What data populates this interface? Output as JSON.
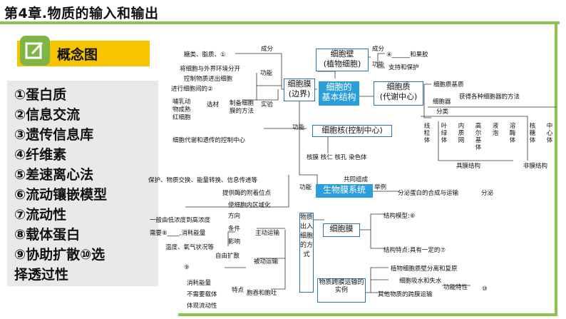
{
  "header": {
    "title": "第4章.物质的输入和输出"
  },
  "concept": {
    "label": "概念图"
  },
  "answers": [
    "①蛋白质",
    "②信息交流",
    "③遗传信息库",
    "④纤维素",
    "⑤差速离心法",
    "⑥流动镶嵌模型",
    "⑦流动性",
    "⑧载体蛋白",
    "⑨协助扩散⑩选",
    "择透过性"
  ],
  "map": {
    "cell_wall": "细胞壁\n(植物细胞)",
    "membrane": "细胞膜\n(边界)",
    "basic": "细胞的\n基本结构",
    "cytoplasm": "细胞质\n(代谢中心)",
    "nucleus": "细胞核(控制中心)",
    "biomembrane": "生物膜系统",
    "cell_membrane": "细胞膜",
    "transport": "物质出入细胞的方式",
    "examples": "物质跨膜运输的实例",
    "labels": {
      "composition1": "成分",
      "composition2": "成分",
      "function1": "功能",
      "function2": "功能",
      "function3": "功能",
      "function4": "功能",
      "experiment": "实验",
      "sugars": "糖类、脂质、①",
      "separate": "将细胞与外界环境分开",
      "control": "控制物质进出细胞",
      "communicate": "进行细胞间的②",
      "material": "选材",
      "prepare": "制备细胞膜的方法",
      "mammal": "哺乳动物成熟红细胞",
      "wall_comp": "④______和果胶",
      "wall_func": "支持和保护",
      "matrix": "细胞质基质",
      "organelle": "细胞器",
      "classify": "分类",
      "method": "获得各种细胞器的方法",
      "orgs": [
        "线粒体",
        "叶绿体",
        "内质网",
        "高尔基体",
        "液泡",
        "溶酶体",
        "核糖体",
        "中心体"
      ],
      "has_mem": "具膜结构",
      "no_mem": "非膜结构",
      "nuc_func": "细胞代谢和遗传的控制中心",
      "nuc_parts": "核膜  核仁  核孔  染色体",
      "joint": "共同组成",
      "example": "举例",
      "protect": "保护、物质交换、能量转换、信息传递等",
      "enzyme": "提供酶的附着位点",
      "region": "使细胞内区域化",
      "secrete": "分泌蛋白的合成与运输",
      "secrete_arrow": "分泌",
      "model": "结构模型:⑥",
      "feature": "结构特点:具有一定的⑦",
      "low_high": "一般由低浓度到高浓度",
      "need": "需要⑧____,消耗能量",
      "temp": "温度、氧气状况等",
      "direction": "方向",
      "condition": "条件",
      "influence": "影响",
      "active": "主动运输",
      "free": "自由扩散",
      "passive": "被动运输",
      "nine": "⑨",
      "energy": "消耗能量",
      "nocarrier": "不需要载体",
      "fluid": "体现流动性",
      "trait": "特点",
      "endo": "胞吞和胞吐",
      "plasmolysis": "植物细胞质壁分离和复原",
      "water": "细胞吸水和失水",
      "other": "其他物质的跨膜运输",
      "func_trait": "功能特性",
      "ten": "⑩"
    }
  }
}
